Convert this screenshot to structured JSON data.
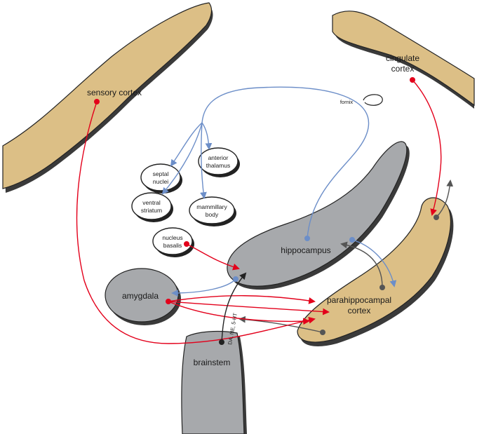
{
  "regions": {
    "sensory_cortex": "sensory cortex",
    "cingulate_cortex_line1": "cingulate",
    "cingulate_cortex_line2": "cortex",
    "hippocampus": "hippocampus",
    "parahippocampal_line1": "parahippocampal",
    "parahippocampal_line2": "cortex",
    "amygdala": "amygdala",
    "brainstem": "brainstem"
  },
  "nuclei": {
    "septal_line1": "septal",
    "septal_line2": "nuclei",
    "anterior_thalamus_line1": "anterior",
    "anterior_thalamus_line2": "thalamus",
    "ventral_striatum_line1": "ventral",
    "ventral_striatum_line2": "striatum",
    "mammillary_line1": "mammillary",
    "mammillary_line2": "body",
    "nucleus_basalis_line1": "nucleus",
    "nucleus_basalis_line2": "basalis"
  },
  "fornix_label": "fornix",
  "brainstem_projection_label": "DA, NE, 5-HT",
  "colors": {
    "cortex": "#dcbf86",
    "subcortical": "#a7a9ac",
    "excitatory_input": "#e3001b",
    "fornix_output": "#6c8ec8",
    "modulatory": "#555555"
  }
}
